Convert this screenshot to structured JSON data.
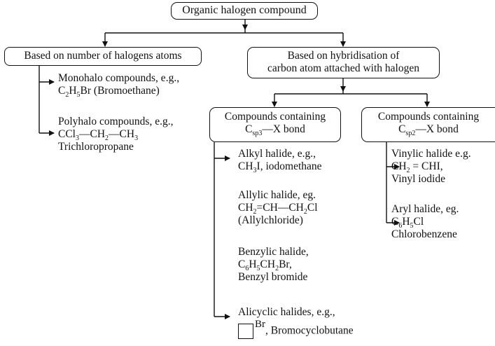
{
  "root": {
    "label": "Organic halogen compound"
  },
  "left_branch": {
    "header": "Based on number of halogens atoms",
    "items": [
      {
        "line1": "Monohalo compounds, e.g.,",
        "formula_parts": [
          "C",
          "2",
          "H",
          "5",
          "Br (Bromoethane)"
        ]
      },
      {
        "line1": "Polyhalo compounds, e.g.,",
        "formula_parts": [
          "CCl",
          "3",
          "—CH",
          "2",
          "—CH",
          "3"
        ],
        "line3": "Trichloropropane"
      }
    ]
  },
  "right_branch": {
    "header_line1": "Based on hybridisation of",
    "header_line2": "carbon atom attached with halogen",
    "sp3": {
      "line1": "Compounds containing",
      "line2_parts": [
        "C",
        "sp3",
        "—X bond"
      ],
      "items": [
        {
          "line1": "Alkyl halide, e.g.,",
          "formula_parts": [
            "CH",
            "3",
            "I, iodomethane"
          ]
        },
        {
          "line1": "Allylic halide, eg.",
          "formula_parts": [
            "CH",
            "2",
            "=CH—CH",
            "2",
            "Cl"
          ],
          "line3": "(Allylchloride)"
        },
        {
          "line1": "Benzylic halide,",
          "formula_parts": [
            "C",
            "6",
            "H",
            "5",
            "CH",
            "2",
            "Br,"
          ],
          "line3": "Benzyl bromide"
        },
        {
          "line1": "Alicyclic halides, e.g.,",
          "sup": "Br",
          "name": ", Bromocyclobutane"
        }
      ]
    },
    "sp2": {
      "line1": "Compounds containing",
      "line2_parts": [
        "C",
        "sp2",
        "—X bond"
      ],
      "items": [
        {
          "line1": "Vinylic halide e.g.",
          "formula_parts": [
            "CH",
            "2",
            " = CHI,"
          ],
          "line3": "Vinyl iodide"
        },
        {
          "line1": "Aryl halide, eg.",
          "formula_parts": [
            "C",
            "6",
            "H",
            "5",
            "Cl"
          ],
          "line3": "Chlorobenzene"
        }
      ]
    }
  },
  "colors": {
    "ink": "#111111",
    "background": "#ffffff"
  }
}
